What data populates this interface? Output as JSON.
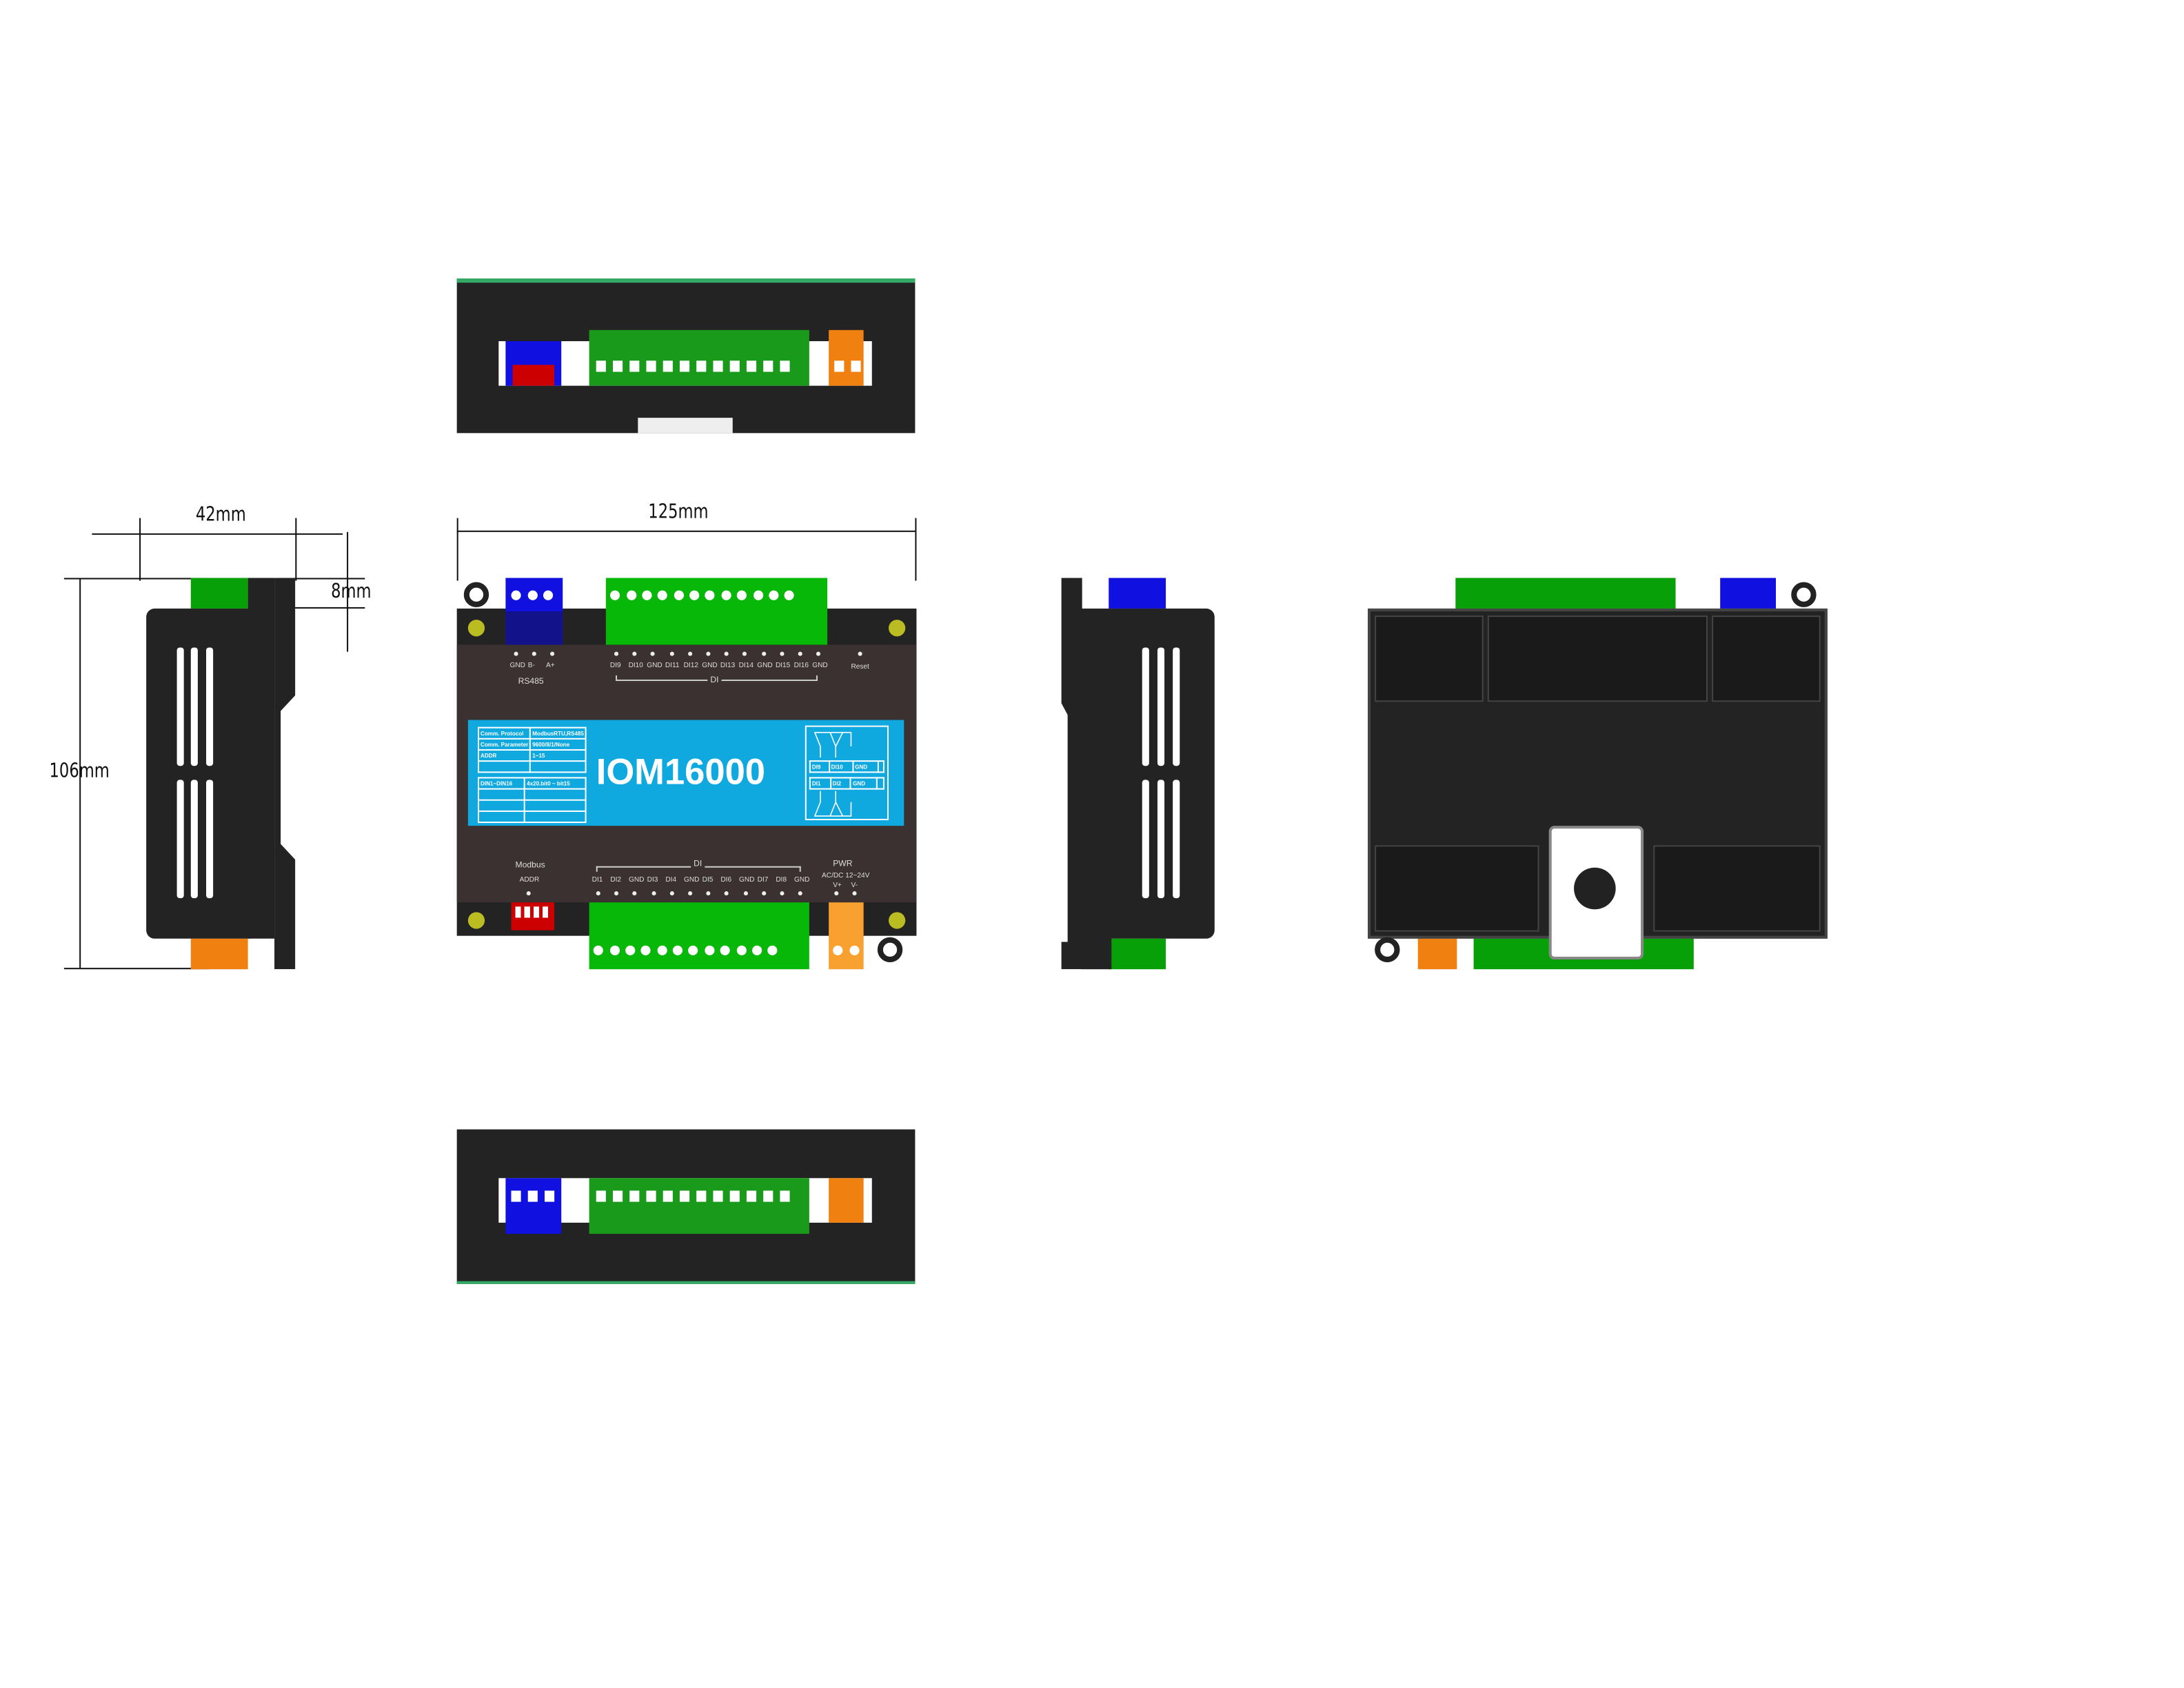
{
  "dimensions": {
    "width": "125mm",
    "depth": "42mm",
    "clip": "8mm",
    "height": "106mm"
  },
  "label": {
    "model": "IOM16000",
    "spec_rows": [
      [
        "Comm. Protocol",
        "ModbusRTU,RS485"
      ],
      [
        "Comm. Parameter",
        "9600/8/1/None"
      ],
      [
        "ADDR",
        "1~15"
      ],
      [
        "",
        ""
      ]
    ],
    "io_rows": [
      [
        "DIN1~DIN16",
        "4x20.bit0 ~ bit15"
      ],
      [
        "",
        ""
      ],
      [
        "",
        ""
      ],
      [
        "",
        ""
      ]
    ],
    "wiring_top": [
      "DI9",
      "DI10",
      "GND",
      ""
    ],
    "wiring_bottom": [
      "DI1",
      "DI2",
      "GND",
      ""
    ]
  },
  "top_panel": {
    "rs485_pins": [
      "GND",
      "B-",
      "A+"
    ],
    "rs485_group": "RS485",
    "di_pins": [
      "DI9",
      "DI10",
      "GND",
      "DI11",
      "DI12",
      "GND",
      "DI13",
      "DI14",
      "GND",
      "DI15",
      "DI16",
      "GND"
    ],
    "di_group": "DI",
    "reset": "Reset"
  },
  "bottom_panel": {
    "modbus_group": "Modbus",
    "addr": "ADDR",
    "di_pins": [
      "DI1",
      "DI2",
      "GND",
      "DI3",
      "DI4",
      "GND",
      "DI5",
      "DI6",
      "GND",
      "DI7",
      "DI8",
      "GND"
    ],
    "di_group": "DI",
    "pwr_group": "PWR",
    "pwr_spec": "AC/DC 12~24V",
    "pwr_pins": [
      "V+",
      "V-"
    ]
  },
  "colors": {
    "body": "#232323",
    "panel": "#3a3130",
    "label": "#0fa9e0",
    "green": "#08b808",
    "blue": "#1010e0",
    "orange": "#f08010"
  }
}
